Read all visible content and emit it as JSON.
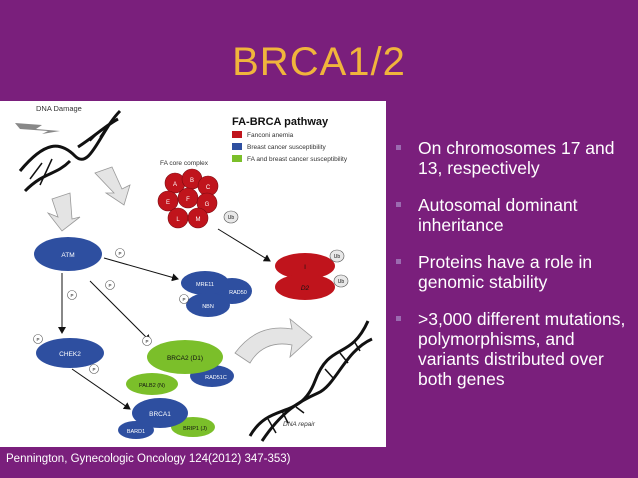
{
  "slide": {
    "title": "BRCA1/2",
    "caption": "Pennington, Gynecologic Oncology 124(2012) 347-353)",
    "bullets": [
      "On chromosomes 17 and 13, respectively",
      "Autosomal dominant inheritance",
      "Proteins have a role in genomic stability",
      ">3,000 different mutations, polymorphisms, and variants distributed over both genes"
    ]
  },
  "figure": {
    "dna_damage_label": "DNA Damage",
    "pathway_title": "FA-BRCA pathway",
    "legend": [
      {
        "label": "Fanconi anemia",
        "color": "#c0141c"
      },
      {
        "label": "Breast cancer susceptibility",
        "color": "#2e4fa0"
      },
      {
        "label": "FA and breast cancer susceptibility",
        "color": "#7bbf2a"
      }
    ],
    "fa_core_label": "FA core complex",
    "core_letters": [
      "A",
      "B",
      "C",
      "E",
      "F",
      "G",
      "L",
      "M"
    ],
    "ub": "Ub",
    "p": "P",
    "atm": "ATM",
    "mre11": "MRE11",
    "rad50": "RAD50",
    "nbn": "NBN",
    "i_label": "I",
    "d2_label": "D2",
    "chek2": "CHEK2",
    "brca2": "BRCA2 (D1)",
    "rad51c": "RAD51C",
    "palb2": "PALB2 (N)",
    "brca1": "BRCA1",
    "bard1": "BARD1",
    "brip1": "BRIP1 (J)",
    "dna_repair": "DNA repair"
  }
}
